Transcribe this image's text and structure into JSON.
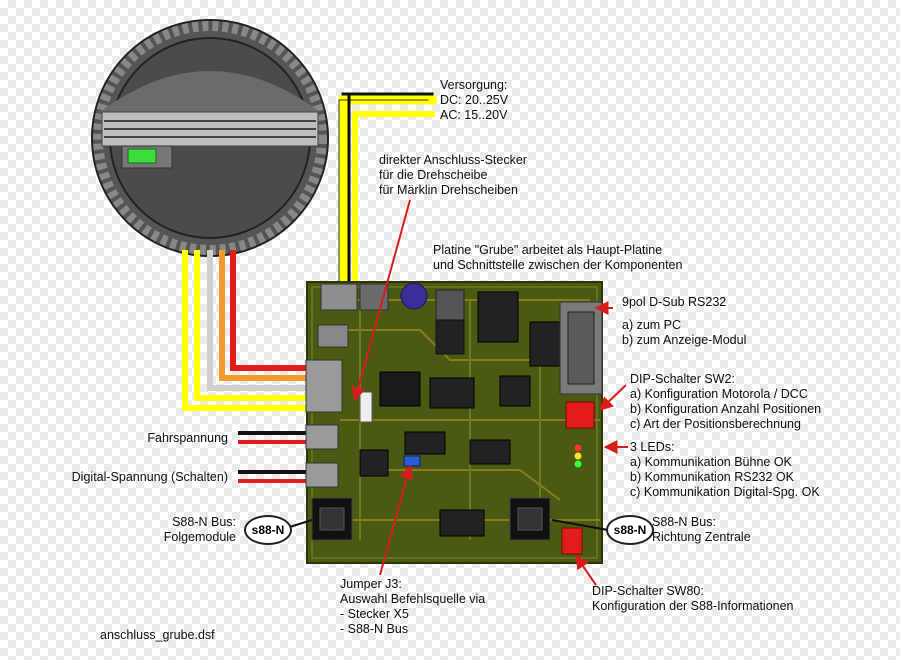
{
  "supply": {
    "lines": [
      "Versorgung:",
      "DC: 20..25V",
      "AC: 15..20V"
    ]
  },
  "connector": {
    "lines": [
      "direkter Anschluss-Stecker",
      "für die Drehscheibe",
      "für Märklin Drehscheiben"
    ]
  },
  "platine": {
    "lines": [
      "Platine \"Grube\" arbeitet als Haupt-Platine",
      "und Schnittstelle zwischen der Komponenten"
    ]
  },
  "dsub": {
    "lines": [
      "9pol D-Sub RS232",
      "",
      "a) zum PC",
      "b) zum Anzeige-Modul"
    ]
  },
  "dip_sw2": {
    "lines": [
      "DIP-Schalter SW2:",
      "a) Konfiguration Motorola / DCC",
      "b) Konfiguration Anzahl Positionen",
      "c) Art der Positionsberechnung"
    ]
  },
  "leds": {
    "lines": [
      "3 LEDs:",
      "a) Kommunikation Bühne OK",
      "b) Kommunikation RS232 OK",
      "c) Kommunikation Digital-Spg. OK"
    ]
  },
  "fahrspannung": {
    "label": "Fahrspannung"
  },
  "digital": {
    "label": "Digital-Spannung (Schalten)"
  },
  "s88_left": {
    "lines": [
      "S88-N Bus:",
      "Folgemodule"
    ],
    "badge": "s88-N"
  },
  "s88_right": {
    "lines": [
      "S88-N Bus:",
      "Richtung Zentrale"
    ],
    "badge": "s88-N"
  },
  "jumper": {
    "lines": [
      "Jumper J3:",
      "Auswahl Befehlsquelle via",
      "- Stecker X5",
      "- S88-N Bus"
    ]
  },
  "dip_sw80": {
    "lines": [
      "DIP-Schalter SW80:",
      "Konfiguration der S88-Informationen"
    ]
  },
  "filename": "anschluss_grube.dsf",
  "colors": {
    "pcb": "#4a5a12",
    "wire_yellow": "#ffff00",
    "wire_red": "#e31b1b",
    "wire_orange": "#f39a2a",
    "wire_black": "#111111",
    "arrow": "#d81c1c"
  }
}
